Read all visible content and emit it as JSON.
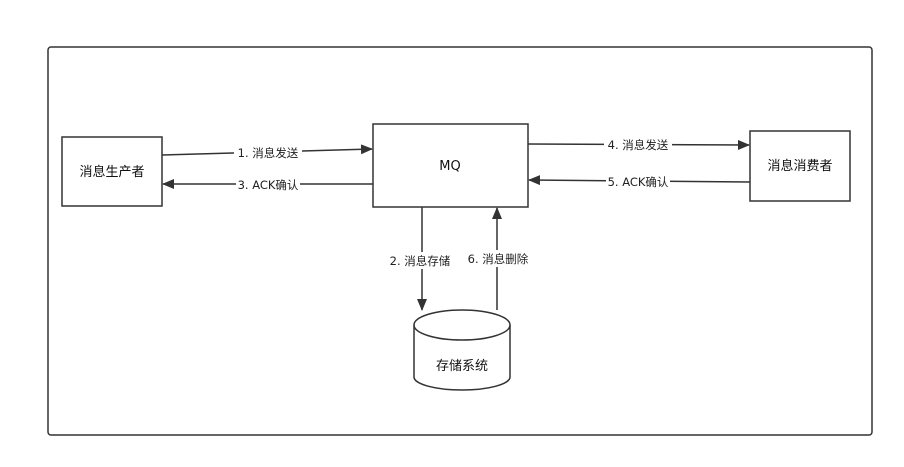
{
  "nodes": {
    "producer": {
      "label": "消息生产者"
    },
    "mq": {
      "label": "MQ"
    },
    "consumer": {
      "label": "消息消费者"
    },
    "storage": {
      "label": "存储系统"
    }
  },
  "edges": {
    "send_to_mq": {
      "label": "1. 消息发送"
    },
    "store": {
      "label": "2. 消息存储"
    },
    "ack_to_producer": {
      "label": "3. ACK确认"
    },
    "send_to_consumer": {
      "label": "4. 消息发送"
    },
    "ack_from_consumer": {
      "label": "5. ACK确认"
    },
    "delete": {
      "label": "6. 消息删除"
    }
  },
  "colors": {
    "stroke": "#333333",
    "background": "#ffffff"
  }
}
